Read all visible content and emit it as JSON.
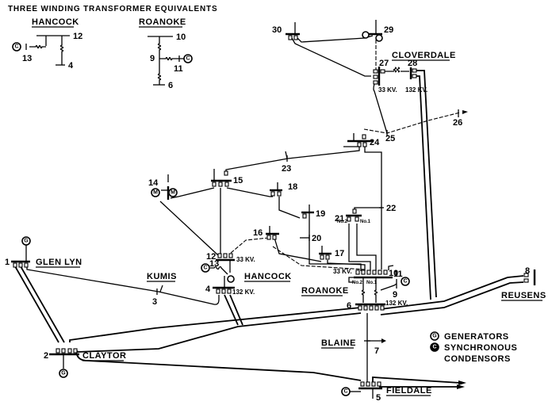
{
  "title": "THREE WINDING TRANSFORMER EQUIVALENTS",
  "equivalents": [
    {
      "name": "HANCOCK",
      "buses": [
        "12",
        "13",
        "4"
      ]
    },
    {
      "name": "ROANOKE",
      "buses": [
        "10",
        "9",
        "11",
        "6"
      ]
    }
  ],
  "stations": {
    "glen_lyn": "GLEN LYN",
    "claytor": "CLAYTOR",
    "kumis": "KUMIS",
    "hancock": "HANCOCK",
    "roanoke": "ROANOKE",
    "blaine": "BLAINE",
    "fieldale": "FIELDALE",
    "reusens": "REUSENS",
    "cloverdale": "CLOVERDALE"
  },
  "buses": [
    "1",
    "2",
    "3",
    "4",
    "5",
    "6",
    "7",
    "8",
    "9",
    "10",
    "11",
    "12",
    "13",
    "14",
    "15",
    "16",
    "17",
    "18",
    "19",
    "20",
    "21",
    "22",
    "23",
    "24",
    "25",
    "26",
    "27",
    "28",
    "29",
    "30"
  ],
  "voltages": {
    "kv33": "33 KV.",
    "kv132": "132 KV."
  },
  "transformer_tags": {
    "no1": "No.1",
    "no2": "No.2"
  },
  "symbols": {
    "generator": "G",
    "condenser": "C",
    "motor": "M"
  },
  "legend": [
    {
      "symbol": "G",
      "label": "GENERATORS"
    },
    {
      "symbol": "C",
      "label": "SYNCHRONOUS"
    },
    {
      "symbol": "",
      "label": "CONDENSORS"
    }
  ]
}
